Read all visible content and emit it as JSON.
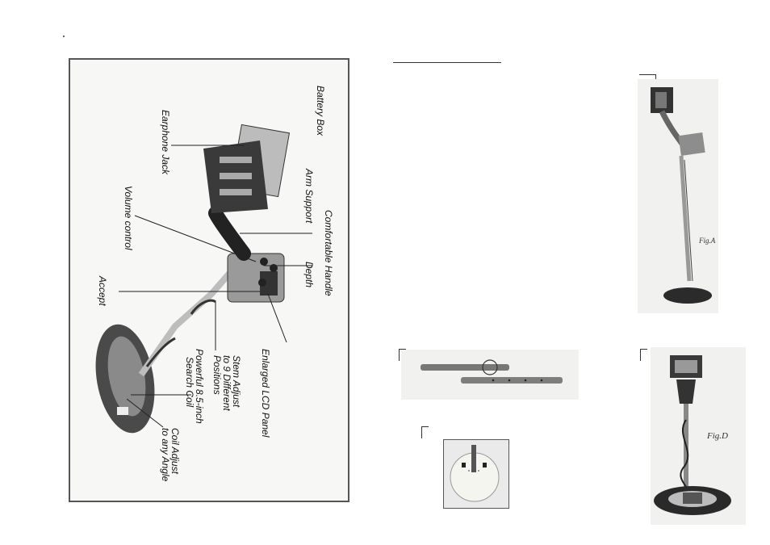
{
  "diagram": {
    "labels": {
      "battery_box": "Battery Box",
      "earphone_jack": "Earphone Jack",
      "arm_support": "Arm Support",
      "volume_control": "Volume control",
      "comfortable_handle": "Comfortable Handle",
      "depth": "Depth",
      "accept": "Accept",
      "enlarged_lcd": "Enlarged LCD Panel",
      "stem_adjust": [
        "Stem Adjust",
        "to 9 Different",
        "Positions"
      ],
      "search_coil": [
        "Powerful 8.5-inch",
        "Search Coil"
      ],
      "coil_adjust": [
        "Coil Adjust",
        "to any Angle"
      ]
    }
  },
  "figures": {
    "fig_a": "Fig.A",
    "fig_d": "Fig.D"
  },
  "colors": {
    "panel_border": "#555555",
    "photo_bg": "#f1f1ef"
  }
}
